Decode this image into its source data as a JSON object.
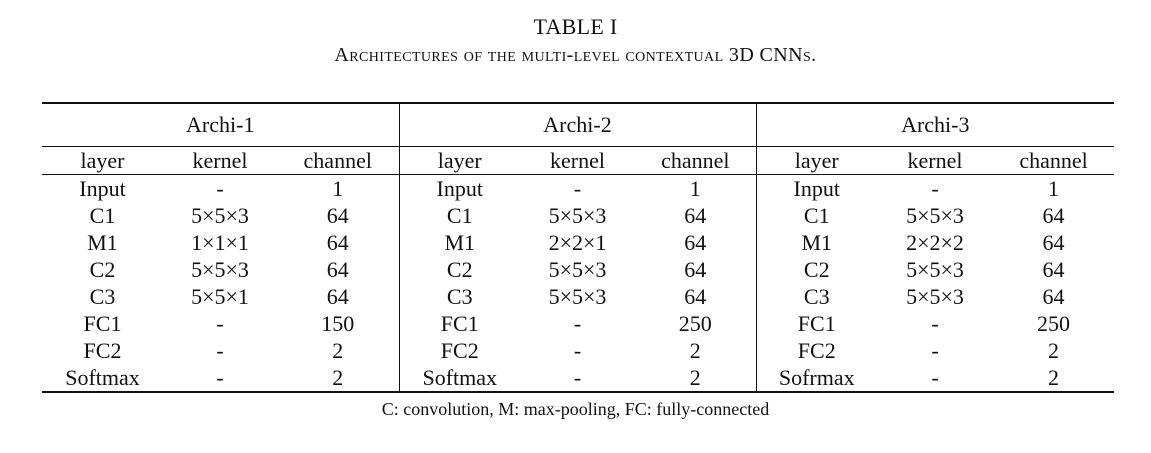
{
  "caption": {
    "title": "TABLE I",
    "subtitle": "Architectures of the multi-level contextual 3D CNNs."
  },
  "columns": [
    "layer",
    "kernel",
    "channel"
  ],
  "groups": [
    "Archi-1",
    "Archi-2",
    "Archi-3"
  ],
  "rows": [
    [
      "Input",
      "-",
      "1",
      "Input",
      "-",
      "1",
      "Input",
      "-",
      "1"
    ],
    [
      "C1",
      "5×5×3",
      "64",
      "C1",
      "5×5×3",
      "64",
      "C1",
      "5×5×3",
      "64"
    ],
    [
      "M1",
      "1×1×1",
      "64",
      "M1",
      "2×2×1",
      "64",
      "M1",
      "2×2×2",
      "64"
    ],
    [
      "C2",
      "5×5×3",
      "64",
      "C2",
      "5×5×3",
      "64",
      "C2",
      "5×5×3",
      "64"
    ],
    [
      "C3",
      "5×5×1",
      "64",
      "C3",
      "5×5×3",
      "64",
      "C3",
      "5×5×3",
      "64"
    ],
    [
      "FC1",
      "-",
      "150",
      "FC1",
      "-",
      "250",
      "FC1",
      "-",
      "250"
    ],
    [
      "FC2",
      "-",
      "2",
      "FC2",
      "-",
      "2",
      "FC2",
      "-",
      "2"
    ],
    [
      "Softmax",
      "-",
      "2",
      "Softmax",
      "-",
      "2",
      "Sofrmax",
      "-",
      "2"
    ]
  ],
  "footnote": "C: convolution, M: max-pooling, FC: fully-connected"
}
